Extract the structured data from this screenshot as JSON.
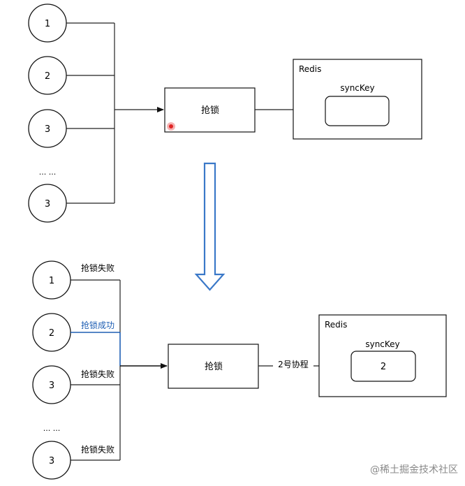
{
  "top": {
    "nodes": [
      "1",
      "2",
      "3",
      "... ...",
      "3"
    ],
    "lock_label": "抢锁",
    "redis": {
      "title": "Redis",
      "key_label": "syncKey",
      "key_value": ""
    }
  },
  "bottom": {
    "nodes": [
      "1",
      "2",
      "3",
      "... ...",
      "3"
    ],
    "attempts": [
      "抢锁失败",
      "抢锁成功",
      "抢锁失败",
      "抢锁失败"
    ],
    "lock_label": "抢锁",
    "edge_label": "2号协程",
    "redis": {
      "title": "Redis",
      "key_label": "syncKey",
      "key_value": "2"
    }
  },
  "colors": {
    "success": "#1f5fb4",
    "arrow_outline": "#3a78c8",
    "cursor": "#e02424",
    "line": "#222222"
  },
  "watermark": "@稀土掘金技术社区"
}
